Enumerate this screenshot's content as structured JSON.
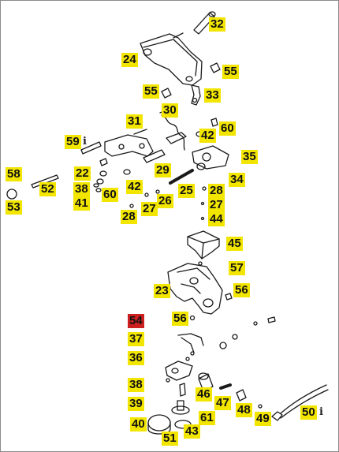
{
  "labels": {
    "l32": "32",
    "l24": "24",
    "l55a": "55",
    "l55b": "55",
    "l30": "30",
    "l33": "33",
    "l31": "31",
    "l60a": "60",
    "l42a": "42",
    "l59": "59",
    "l35": "35",
    "l22": "22",
    "l29": "29",
    "l34": "34",
    "l58": "58",
    "l52": "52",
    "l38a": "38",
    "l42b": "42",
    "l25": "25",
    "l28a": "28",
    "l60b": "60",
    "l41": "41",
    "l26": "26",
    "l27a": "27",
    "l53": "53",
    "l27b": "27",
    "l28b": "28",
    "l44": "44",
    "l45": "45",
    "l57": "57",
    "l23": "23",
    "l56a": "56",
    "l54": "54",
    "l56b": "56",
    "l37": "37",
    "l36": "36",
    "l38b": "38",
    "l46": "46",
    "l47": "47",
    "l39": "39",
    "l48": "48",
    "l49": "49",
    "l50": "50",
    "l61": "61",
    "l40": "40",
    "l43": "43",
    "l51": "51"
  },
  "info_icons": {
    "i59": "i",
    "i50": "i"
  },
  "highlight_color": "#cc1f1f",
  "label_color": "#f2e500"
}
